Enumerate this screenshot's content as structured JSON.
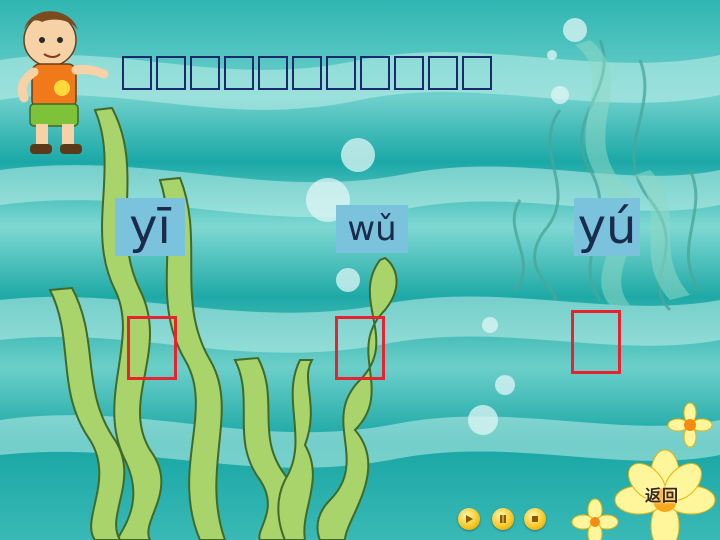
{
  "slide": {
    "title_chars": [
      "□",
      "□",
      "□",
      "□",
      "□",
      "□",
      "□",
      "□",
      "□",
      "□",
      "□"
    ],
    "items": [
      {
        "pinyin": "yī"
      },
      {
        "pinyin": "wǔ"
      },
      {
        "pinyin": "yú"
      }
    ],
    "controls": {
      "play": "play-icon",
      "pause": "pause-icon",
      "stop": "stop-icon",
      "back_label": "返回"
    }
  },
  "colors": {
    "answer_box_border": "#e8232f",
    "pinyin_bg": "#7bc3dc",
    "title_color": "#1a2a6a"
  }
}
